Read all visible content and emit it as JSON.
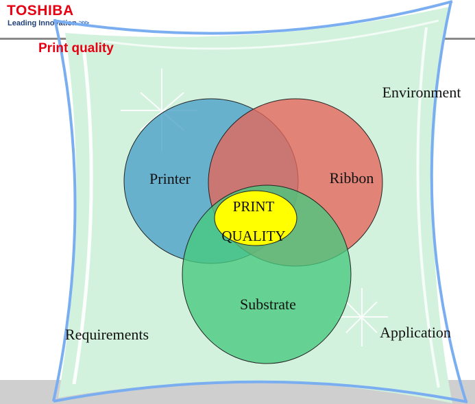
{
  "brand": {
    "name": "TOSHIBA",
    "tagline": "Leading Innovation",
    "tagline_arrows": ">>>",
    "brand_color": "#e60012"
  },
  "slide": {
    "title": "Print quality"
  },
  "diagram": {
    "circles": {
      "printer": {
        "label": "Printer",
        "color": "#4a9fc8"
      },
      "ribbon": {
        "label": "Ribbon",
        "color": "#e5655a"
      },
      "substrate": {
        "label": "Substrate",
        "color": "#47c97e"
      }
    },
    "center": {
      "line1": "PRINT",
      "line2": "QUALITY",
      "color": "#ffff00"
    },
    "context": {
      "environment": "Environment",
      "requirements": "Requirements",
      "application": "Application"
    },
    "background_color": "#d3f2de",
    "frame_color": "#7aaef0"
  }
}
